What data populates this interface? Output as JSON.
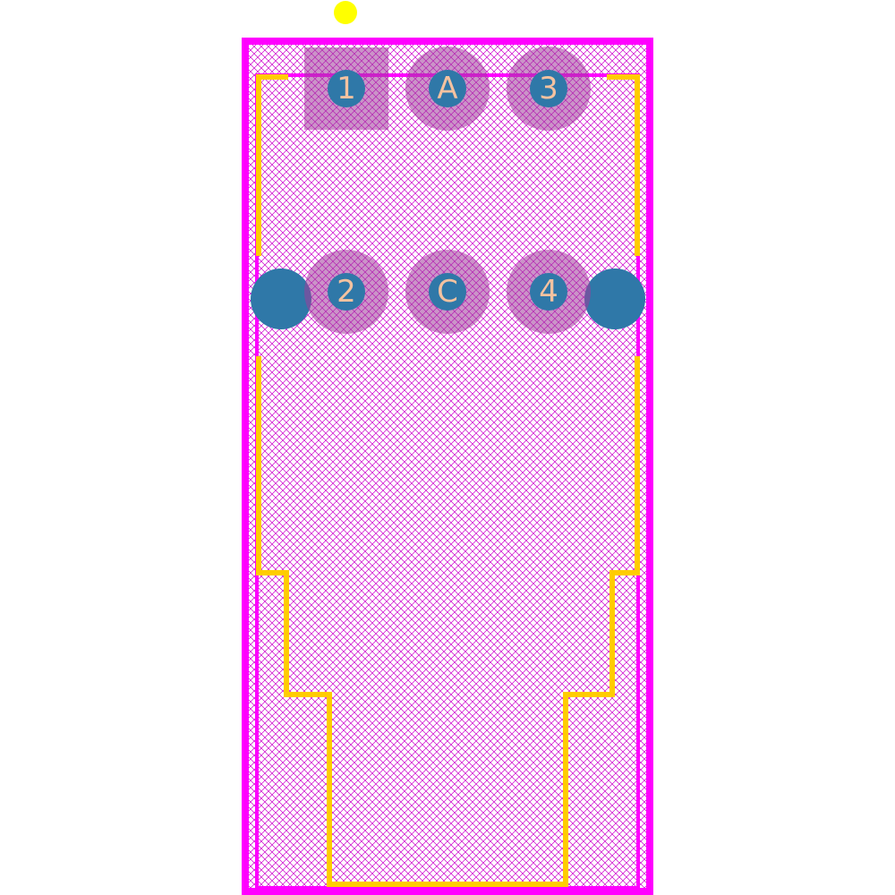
{
  "colors": {
    "background": "#ffffff",
    "courtyard": "#ff00ff",
    "hatch": "#cc00cc",
    "silkscreen": "#ffcc00",
    "pin1_marker": "#ffff00",
    "pad_copper": "#a03c9a",
    "drill": "#2f78a8",
    "label": "#f4c2a0"
  },
  "pads": [
    {
      "label": "1",
      "shape": "square"
    },
    {
      "label": "A",
      "shape": "round"
    },
    {
      "label": "3",
      "shape": "round"
    },
    {
      "label": "2",
      "shape": "round"
    },
    {
      "label": "C",
      "shape": "round"
    },
    {
      "label": "4",
      "shape": "round"
    }
  ],
  "mounting_holes": 2
}
